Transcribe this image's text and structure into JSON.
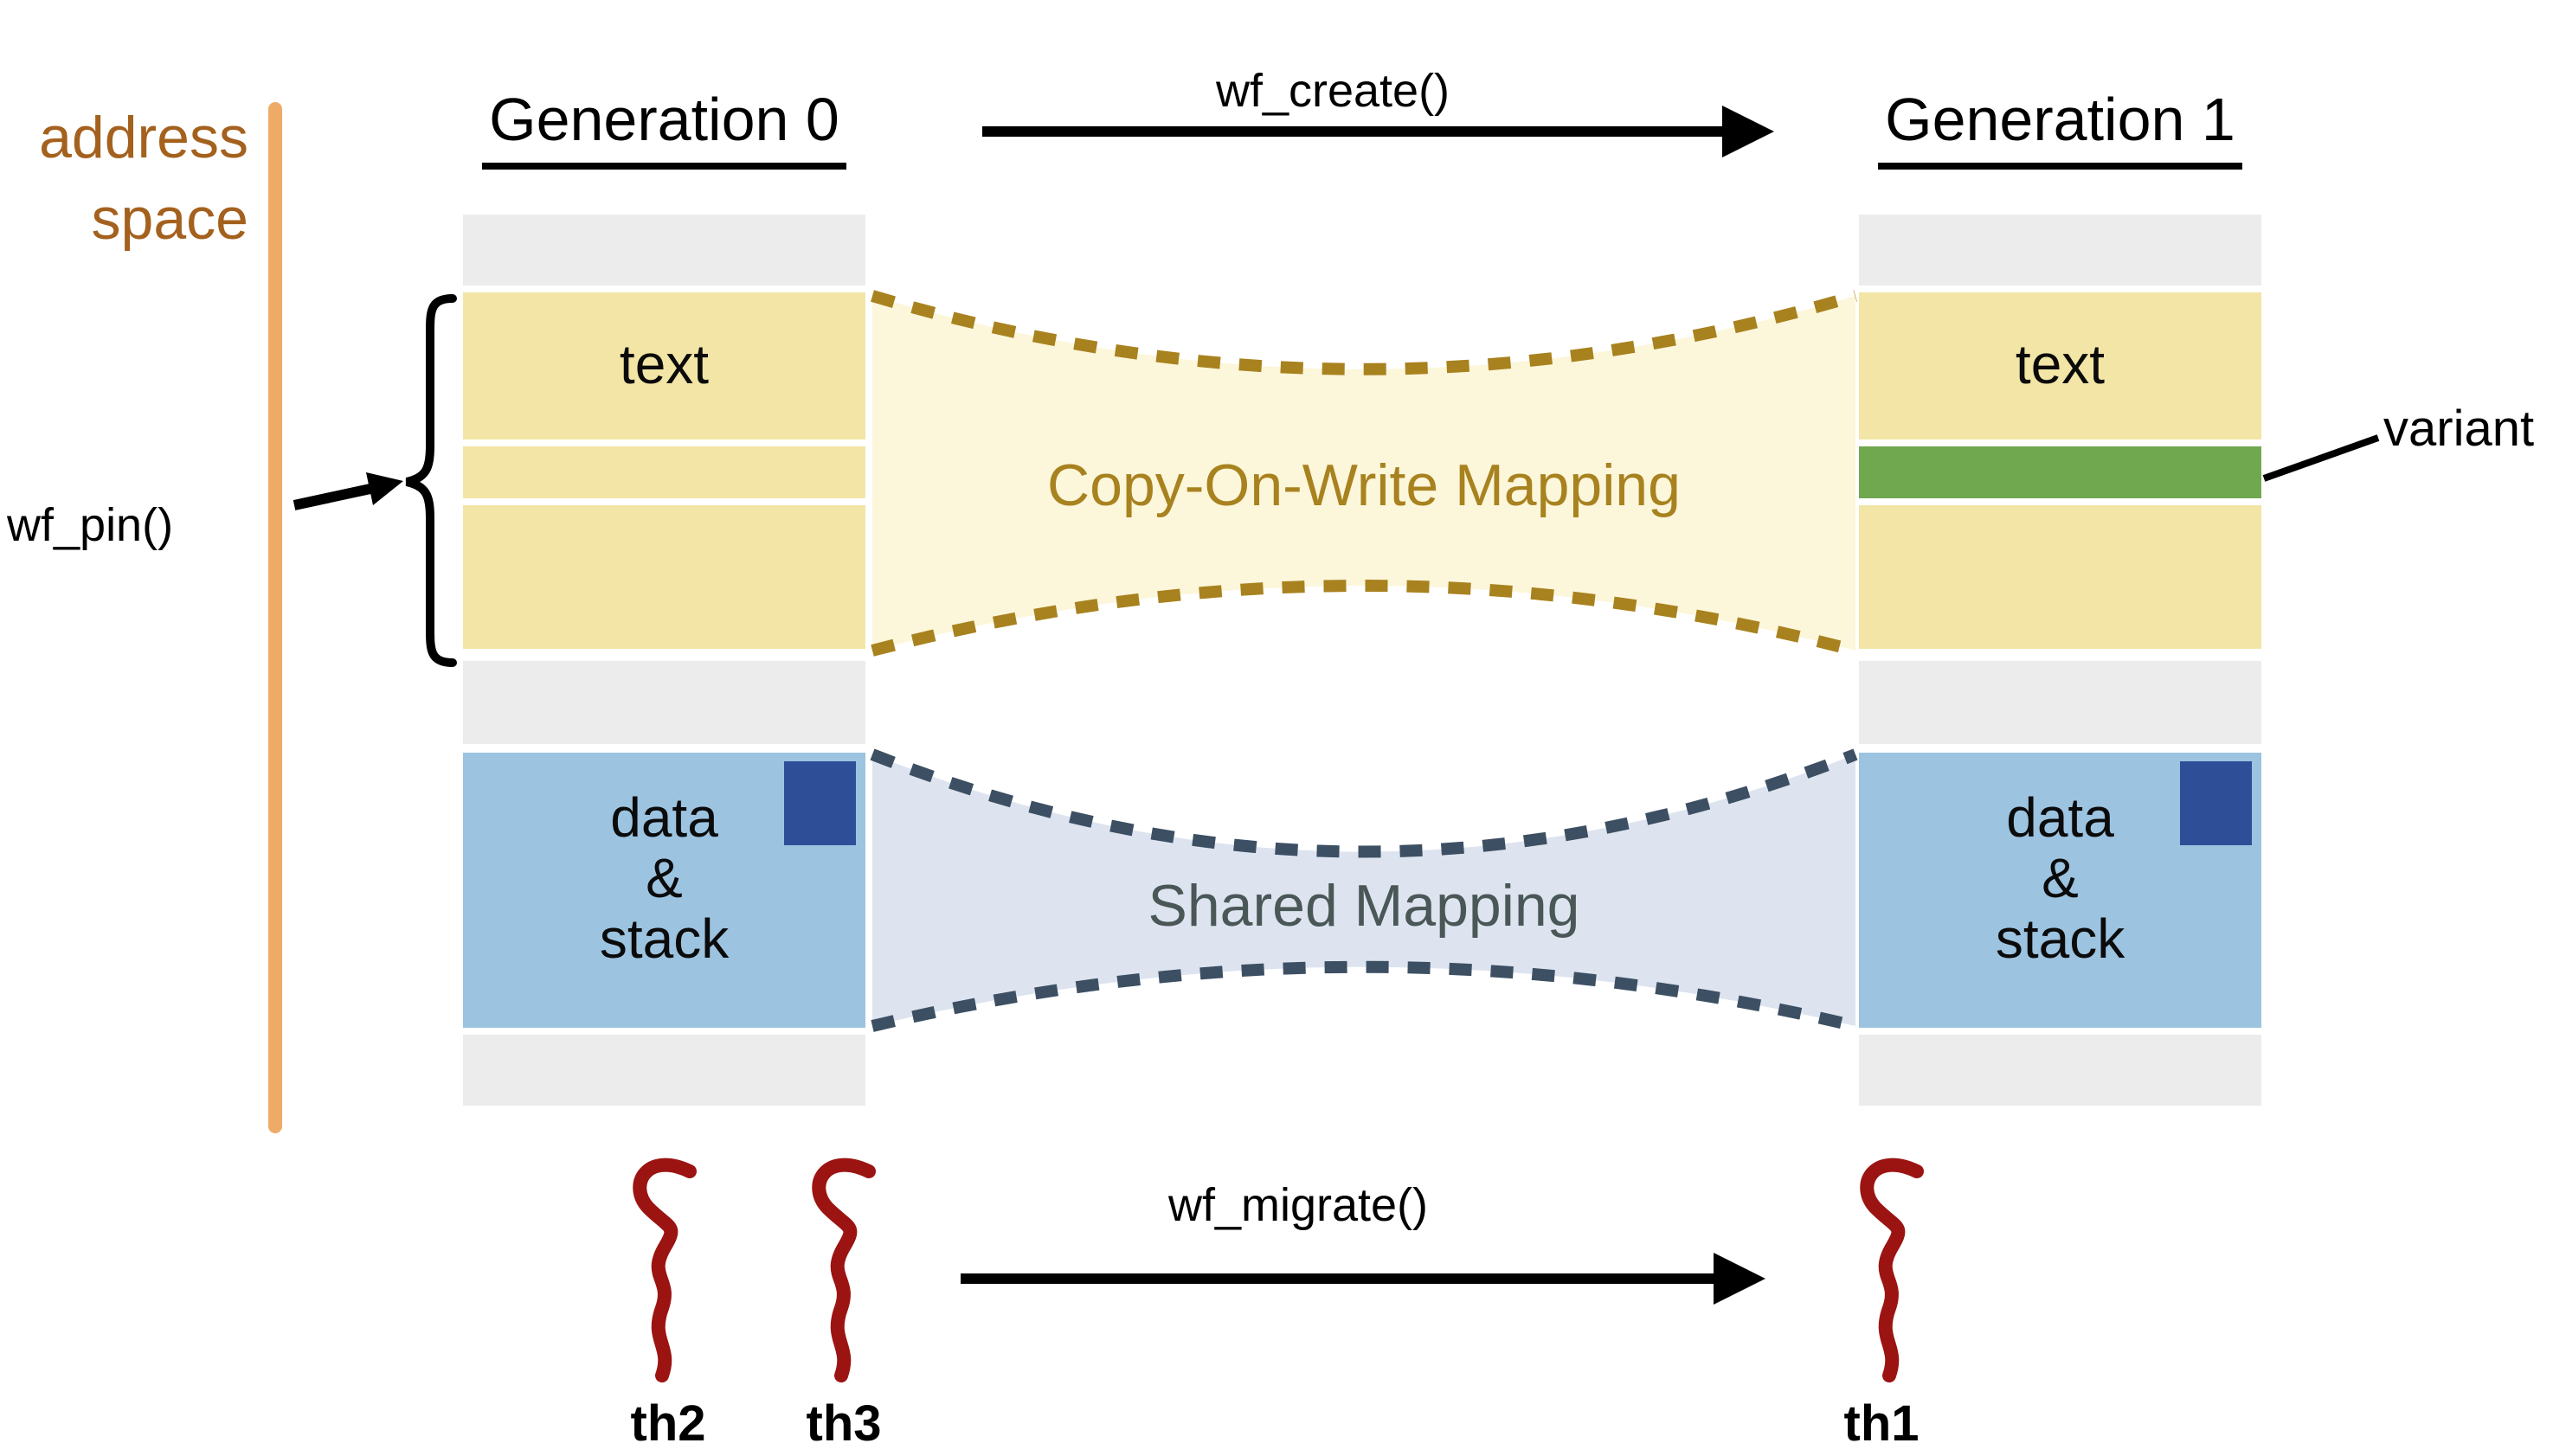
{
  "labels": {
    "address_line1": "address",
    "address_line2": "space",
    "wf_pin": "wf_pin()",
    "wf_create": "wf_create()",
    "wf_migrate": "wf_migrate()",
    "generation0": "Generation 0",
    "generation1": "Generation 1",
    "cow_mapping": "Copy-On-Write Mapping",
    "shared_mapping": "Shared Mapping",
    "variant": "variant",
    "th1": "th1",
    "th2": "th2",
    "th3": "th3"
  },
  "segments": {
    "gen0_text": "text",
    "gen1_text": "text",
    "gen0_data_line1": "data",
    "gen0_data_line2": "&",
    "gen0_data_line3": "stack",
    "gen1_data_line1": "data",
    "gen1_data_line2": "&",
    "gen1_data_line3": "stack"
  },
  "colors": {
    "grey": "#ececec",
    "yellow": "#f2e5a5",
    "pale_yellow": "#fcf6da",
    "green": "#70a850",
    "blue": "#9cc3e0",
    "dark_blue": "#2e4f97",
    "shared_fill": "#dde4f0",
    "gold": "#a8821f",
    "slate": "#3d4f63",
    "slate_text": "#4a5757",
    "brown": "#a4611e",
    "orange": "#eeab67",
    "dark_red": "#9b1412"
  }
}
